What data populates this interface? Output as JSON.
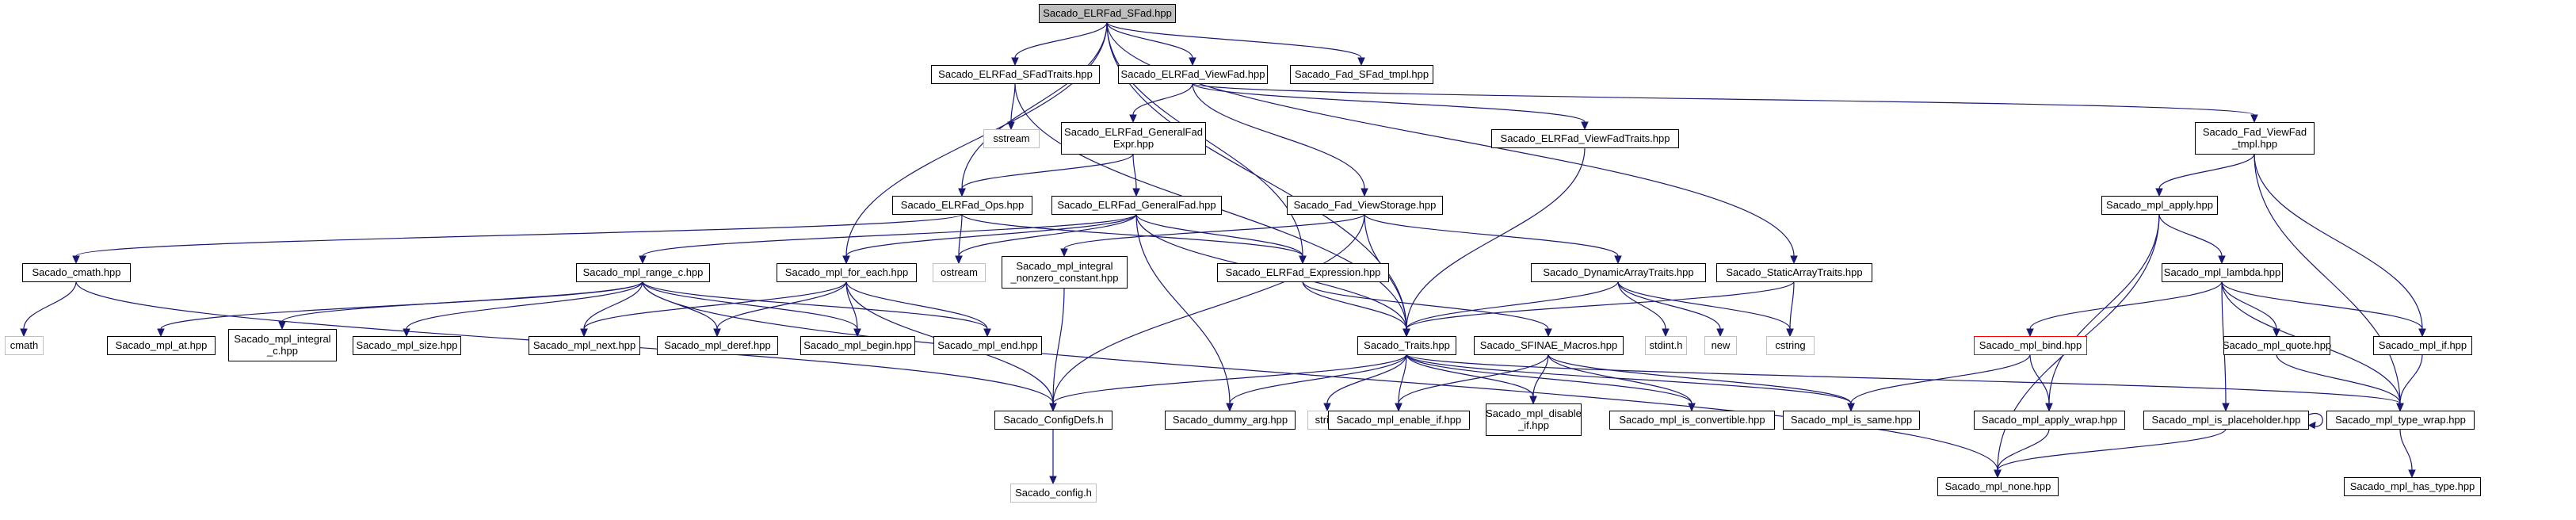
{
  "title": "Sacado_ELRFad_SFad.hpp",
  "colors": {
    "edge": "#191970",
    "root_fill": "#bfbfbf",
    "missing_border": "#bfbfbf",
    "red_border": "#ff0000"
  },
  "nodes": [
    {
      "id": "root",
      "lines": [
        "Sacado_ELRFad_SFad.hpp"
      ],
      "kind": "root"
    },
    {
      "id": "sfadtraits",
      "lines": [
        "Sacado_ELRFad_SFadTraits.hpp"
      ],
      "kind": "normal"
    },
    {
      "id": "viewfad",
      "lines": [
        "Sacado_ELRFad_ViewFad.hpp"
      ],
      "kind": "normal"
    },
    {
      "id": "sfadtmpl",
      "lines": [
        "Sacado_Fad_SFad_tmpl.hpp"
      ],
      "kind": "normal"
    },
    {
      "id": "sstream",
      "lines": [
        "sstream"
      ],
      "kind": "missing"
    },
    {
      "id": "generalfadexpr",
      "lines": [
        "Sacado_ELRFad_GeneralFad",
        "Expr.hpp"
      ],
      "kind": "normal"
    },
    {
      "id": "viewfadtraits",
      "lines": [
        "Sacado_ELRFad_ViewFadTraits.hpp"
      ],
      "kind": "normal"
    },
    {
      "id": "viewfadtmpl",
      "lines": [
        "Sacado_Fad_ViewFad",
        "_tmpl.hpp"
      ],
      "kind": "normal"
    },
    {
      "id": "ops",
      "lines": [
        "Sacado_ELRFad_Ops.hpp"
      ],
      "kind": "normal"
    },
    {
      "id": "generalfad",
      "lines": [
        "Sacado_ELRFad_GeneralFad.hpp"
      ],
      "kind": "normal"
    },
    {
      "id": "viewstorage",
      "lines": [
        "Sacado_Fad_ViewStorage.hpp"
      ],
      "kind": "normal"
    },
    {
      "id": "mplapply",
      "lines": [
        "Sacado_mpl_apply.hpp"
      ],
      "kind": "normal"
    },
    {
      "id": "cmathhpp",
      "lines": [
        "Sacado_cmath.hpp"
      ],
      "kind": "normal"
    },
    {
      "id": "rangec",
      "lines": [
        "Sacado_mpl_range_c.hpp"
      ],
      "kind": "normal"
    },
    {
      "id": "foreach",
      "lines": [
        "Sacado_mpl_for_each.hpp"
      ],
      "kind": "normal"
    },
    {
      "id": "ostream",
      "lines": [
        "ostream"
      ],
      "kind": "missing"
    },
    {
      "id": "intnonzero",
      "lines": [
        "Sacado_mpl_integral",
        "_nonzero_constant.hpp"
      ],
      "kind": "normal"
    },
    {
      "id": "expression",
      "lines": [
        "Sacado_ELRFad_Expression.hpp"
      ],
      "kind": "normal"
    },
    {
      "id": "dynarray",
      "lines": [
        "Sacado_DynamicArrayTraits.hpp"
      ],
      "kind": "normal"
    },
    {
      "id": "staticarray",
      "lines": [
        "Sacado_StaticArrayTraits.hpp"
      ],
      "kind": "normal"
    },
    {
      "id": "lambda",
      "lines": [
        "Sacado_mpl_lambda.hpp"
      ],
      "kind": "normal"
    },
    {
      "id": "cmath",
      "lines": [
        "cmath"
      ],
      "kind": "missing"
    },
    {
      "id": "mplat",
      "lines": [
        "Sacado_mpl_at.hpp"
      ],
      "kind": "normal"
    },
    {
      "id": "mplintc",
      "lines": [
        "Sacado_mpl_integral",
        "_c.hpp"
      ],
      "kind": "normal"
    },
    {
      "id": "mplsize",
      "lines": [
        "Sacado_mpl_size.hpp"
      ],
      "kind": "normal"
    },
    {
      "id": "mplnext",
      "lines": [
        "Sacado_mpl_next.hpp"
      ],
      "kind": "normal"
    },
    {
      "id": "mplderef",
      "lines": [
        "Sacado_mpl_deref.hpp"
      ],
      "kind": "normal"
    },
    {
      "id": "mplbegin",
      "lines": [
        "Sacado_mpl_begin.hpp"
      ],
      "kind": "normal"
    },
    {
      "id": "mplend",
      "lines": [
        "Sacado_mpl_end.hpp"
      ],
      "kind": "normal"
    },
    {
      "id": "traits",
      "lines": [
        "Sacado_Traits.hpp"
      ],
      "kind": "normal"
    },
    {
      "id": "sfinae",
      "lines": [
        "Sacado_SFINAE_Macros.hpp"
      ],
      "kind": "normal"
    },
    {
      "id": "stdint",
      "lines": [
        "stdint.h"
      ],
      "kind": "missing"
    },
    {
      "id": "new",
      "lines": [
        "new"
      ],
      "kind": "missing"
    },
    {
      "id": "cstring",
      "lines": [
        "cstring"
      ],
      "kind": "missing"
    },
    {
      "id": "mplbind",
      "lines": [
        "Sacado_mpl_bind.hpp"
      ],
      "kind": "red"
    },
    {
      "id": "mplquote",
      "lines": [
        "Sacado_mpl_quote.hpp"
      ],
      "kind": "normal"
    },
    {
      "id": "mplif",
      "lines": [
        "Sacado_mpl_if.hpp"
      ],
      "kind": "normal"
    },
    {
      "id": "configdefs",
      "lines": [
        "Sacado_ConfigDefs.h"
      ],
      "kind": "normal"
    },
    {
      "id": "dummyarg",
      "lines": [
        "Sacado_dummy_arg.hpp"
      ],
      "kind": "normal"
    },
    {
      "id": "string",
      "lines": [
        "string"
      ],
      "kind": "missing"
    },
    {
      "id": "enableif",
      "lines": [
        "Sacado_mpl_enable_if.hpp"
      ],
      "kind": "normal"
    },
    {
      "id": "disableif",
      "lines": [
        "Sacado_mpl_disable",
        "_if.hpp"
      ],
      "kind": "normal"
    },
    {
      "id": "isconvertible",
      "lines": [
        "Sacado_mpl_is_convertible.hpp"
      ],
      "kind": "normal"
    },
    {
      "id": "issame",
      "lines": [
        "Sacado_mpl_is_same.hpp"
      ],
      "kind": "normal"
    },
    {
      "id": "applywrap",
      "lines": [
        "Sacado_mpl_apply_wrap.hpp"
      ],
      "kind": "normal"
    },
    {
      "id": "isplaceholder",
      "lines": [
        "Sacado_mpl_is_placeholder.hpp"
      ],
      "kind": "normal"
    },
    {
      "id": "typewrap",
      "lines": [
        "Sacado_mpl_type_wrap.hpp"
      ],
      "kind": "normal"
    },
    {
      "id": "confighdr",
      "lines": [
        "Sacado_config.h"
      ],
      "kind": "missing"
    },
    {
      "id": "mplnone",
      "lines": [
        "Sacado_mpl_none.hpp"
      ],
      "kind": "normal"
    },
    {
      "id": "hastype",
      "lines": [
        "Sacado_mpl_has_type.hpp"
      ],
      "kind": "normal"
    }
  ],
  "edges": [
    [
      "root",
      "sfadtraits"
    ],
    [
      "root",
      "viewfad"
    ],
    [
      "root",
      "sfadtmpl"
    ],
    [
      "root",
      "ops"
    ],
    [
      "root",
      "foreach"
    ],
    [
      "root",
      "expression"
    ],
    [
      "root",
      "staticarray"
    ],
    [
      "root",
      "traits"
    ],
    [
      "sfadtraits",
      "sstream"
    ],
    [
      "sfadtraits",
      "traits"
    ],
    [
      "viewfad",
      "generalfadexpr"
    ],
    [
      "viewfad",
      "viewfadtraits"
    ],
    [
      "viewfad",
      "viewfadtmpl"
    ],
    [
      "viewfad",
      "viewstorage"
    ],
    [
      "generalfadexpr",
      "ops"
    ],
    [
      "generalfadexpr",
      "generalfad"
    ],
    [
      "viewfadtraits",
      "traits"
    ],
    [
      "viewfadtmpl",
      "mplapply"
    ],
    [
      "viewfadtmpl",
      "mplif"
    ],
    [
      "viewfadtmpl",
      "typewrap"
    ],
    [
      "ops",
      "cmathhpp"
    ],
    [
      "ops",
      "ostream"
    ],
    [
      "ops",
      "expression"
    ],
    [
      "generalfad",
      "rangec"
    ],
    [
      "generalfad",
      "foreach"
    ],
    [
      "generalfad",
      "ostream"
    ],
    [
      "generalfad",
      "expression"
    ],
    [
      "generalfad",
      "dummyarg"
    ],
    [
      "generalfad",
      "traits"
    ],
    [
      "viewstorage",
      "intnonzero"
    ],
    [
      "viewstorage",
      "dynarray"
    ],
    [
      "viewstorage",
      "traits"
    ],
    [
      "viewstorage",
      "configdefs"
    ],
    [
      "mplapply",
      "lambda"
    ],
    [
      "mplapply",
      "applywrap"
    ],
    [
      "mplapply",
      "mplnone"
    ],
    [
      "cmathhpp",
      "cmath"
    ],
    [
      "cmathhpp",
      "configdefs"
    ],
    [
      "rangec",
      "mplat"
    ],
    [
      "rangec",
      "mplintc"
    ],
    [
      "rangec",
      "mplsize"
    ],
    [
      "rangec",
      "mplnext"
    ],
    [
      "rangec",
      "mplderef"
    ],
    [
      "rangec",
      "mplbegin"
    ],
    [
      "rangec",
      "mplend"
    ],
    [
      "rangec",
      "mplnone"
    ],
    [
      "foreach",
      "mplnext"
    ],
    [
      "foreach",
      "mplderef"
    ],
    [
      "foreach",
      "mplbegin"
    ],
    [
      "foreach",
      "mplend"
    ],
    [
      "foreach",
      "configdefs"
    ],
    [
      "intnonzero",
      "configdefs"
    ],
    [
      "expression",
      "traits"
    ],
    [
      "expression",
      "sfinae"
    ],
    [
      "dynarray",
      "traits"
    ],
    [
      "dynarray",
      "stdint"
    ],
    [
      "dynarray",
      "new"
    ],
    [
      "dynarray",
      "cstring"
    ],
    [
      "staticarray",
      "traits"
    ],
    [
      "staticarray",
      "cstring"
    ],
    [
      "lambda",
      "mplbind"
    ],
    [
      "lambda",
      "mplquote"
    ],
    [
      "lambda",
      "mplif"
    ],
    [
      "lambda",
      "isplaceholder"
    ],
    [
      "lambda",
      "typewrap"
    ],
    [
      "traits",
      "configdefs"
    ],
    [
      "traits",
      "dummyarg"
    ],
    [
      "traits",
      "string"
    ],
    [
      "traits",
      "enableif"
    ],
    [
      "traits",
      "disableif"
    ],
    [
      "traits",
      "isconvertible"
    ],
    [
      "traits",
      "issame"
    ],
    [
      "traits",
      "typewrap"
    ],
    [
      "sfinae",
      "enableif"
    ],
    [
      "sfinae",
      "disableif"
    ],
    [
      "sfinae",
      "isconvertible"
    ],
    [
      "sfinae",
      "issame"
    ],
    [
      "mplbind",
      "issame"
    ],
    [
      "mplbind",
      "applywrap"
    ],
    [
      "mplquote",
      "typewrap"
    ],
    [
      "mplif",
      "typewrap"
    ],
    [
      "configdefs",
      "confighdr"
    ],
    [
      "applywrap",
      "mplnone"
    ],
    [
      "isplaceholder",
      "isplaceholder"
    ],
    [
      "isplaceholder",
      "mplnone"
    ],
    [
      "typewrap",
      "hastype"
    ]
  ]
}
